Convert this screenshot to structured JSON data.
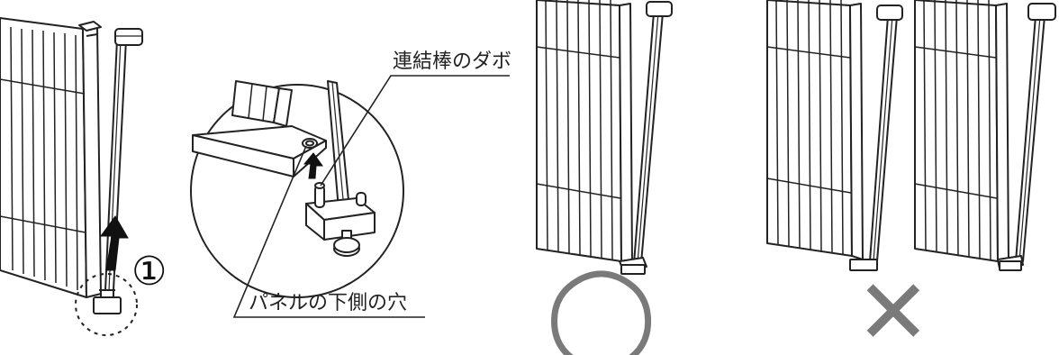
{
  "step": {
    "number": "①"
  },
  "callouts": {
    "dowel_label": "連結棒のダボ",
    "hole_label": "パネルの下側の穴"
  },
  "verdicts": {
    "correct_symbol": "◯",
    "incorrect_symbol": "✕"
  },
  "colors": {
    "line": "#222222",
    "panel_fill": "#ffffff",
    "arrow": "#111111",
    "verdict": "#7a7a7a"
  }
}
